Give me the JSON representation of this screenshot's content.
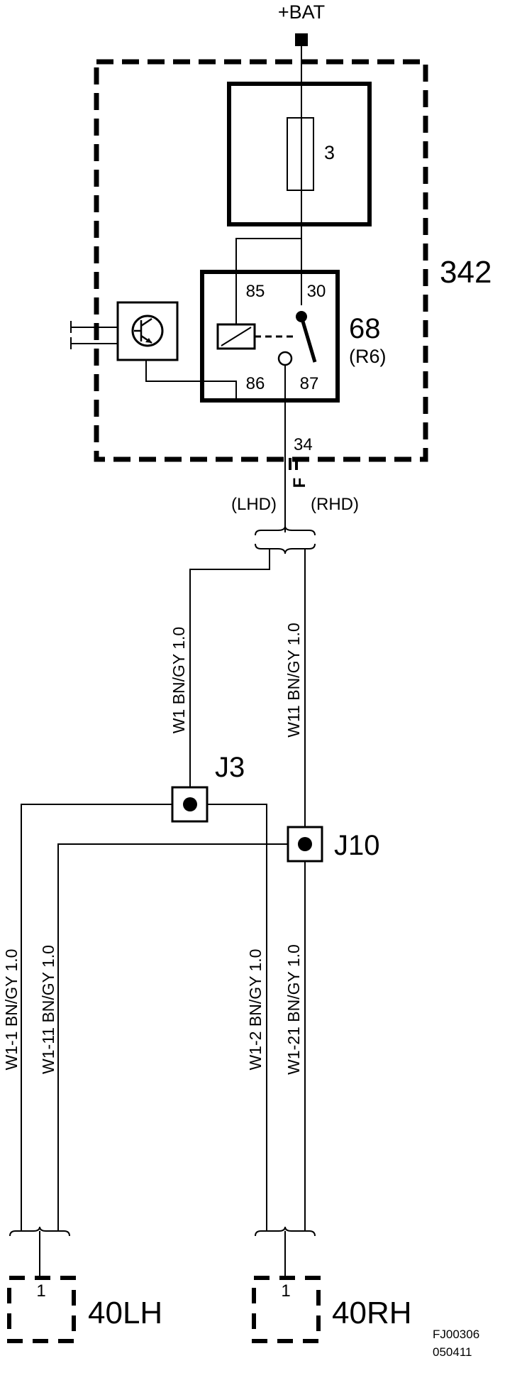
{
  "supply": {
    "label": "+BAT"
  },
  "control_unit": {
    "id": "342"
  },
  "fuse": {
    "number": "3"
  },
  "relay": {
    "id": "68",
    "code": "(R6)",
    "pins": {
      "p85": "85",
      "p30": "30",
      "p86": "86",
      "p87": "87"
    }
  },
  "connector": {
    "pin": "34",
    "code": "F"
  },
  "variants": {
    "lhd": "(LHD)",
    "rhd": "(RHD)"
  },
  "splices": {
    "j3": "J3",
    "j10": "J10"
  },
  "wires": {
    "w1": "W1  BN/GY  1.0",
    "w11": "W11  BN/GY  1.0",
    "w1_1": "W1-1  BN/GY  1.0",
    "w1_11": "W1-11  BN/GY  1.0",
    "w1_2": "W1-2  BN/GY  1.0",
    "w1_21": "W1-21  BN/GY  1.0"
  },
  "loads": {
    "lh": {
      "id": "40LH",
      "pin": "1"
    },
    "rh": {
      "id": "40RH",
      "pin": "1"
    }
  },
  "footer": {
    "ref": "FJ00306",
    "date": "050411"
  }
}
